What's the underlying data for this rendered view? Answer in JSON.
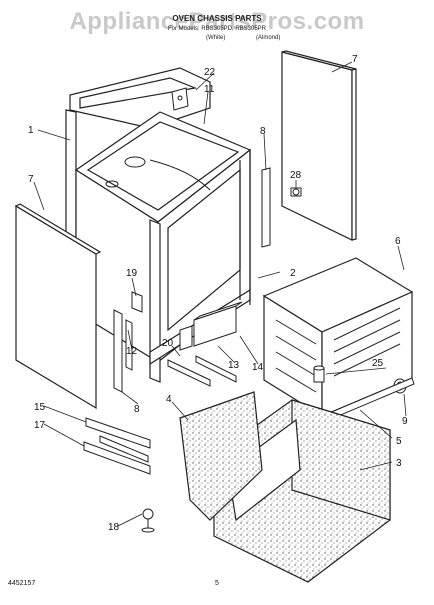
{
  "header": {
    "watermark": "AppliancePartsPros.com",
    "title": "OVEN CHASSIS PARTS",
    "subtitle": "For Models: RBS305PD, RBS305PR",
    "variant_left": "(White)",
    "variant_right": "(Almond)"
  },
  "callouts": [
    "1",
    "2",
    "3",
    "4",
    "5",
    "6",
    "7",
    "7",
    "8",
    "8",
    "9",
    "11",
    "12",
    "13",
    "14",
    "15",
    "17",
    "18",
    "19",
    "20",
    "22",
    "25",
    "28"
  ],
  "footer": {
    "code": "4452157",
    "page": "5"
  },
  "colors": {
    "line": "#222222",
    "insulation": "#d9d9d9",
    "watermark": "#c9c9c9"
  }
}
